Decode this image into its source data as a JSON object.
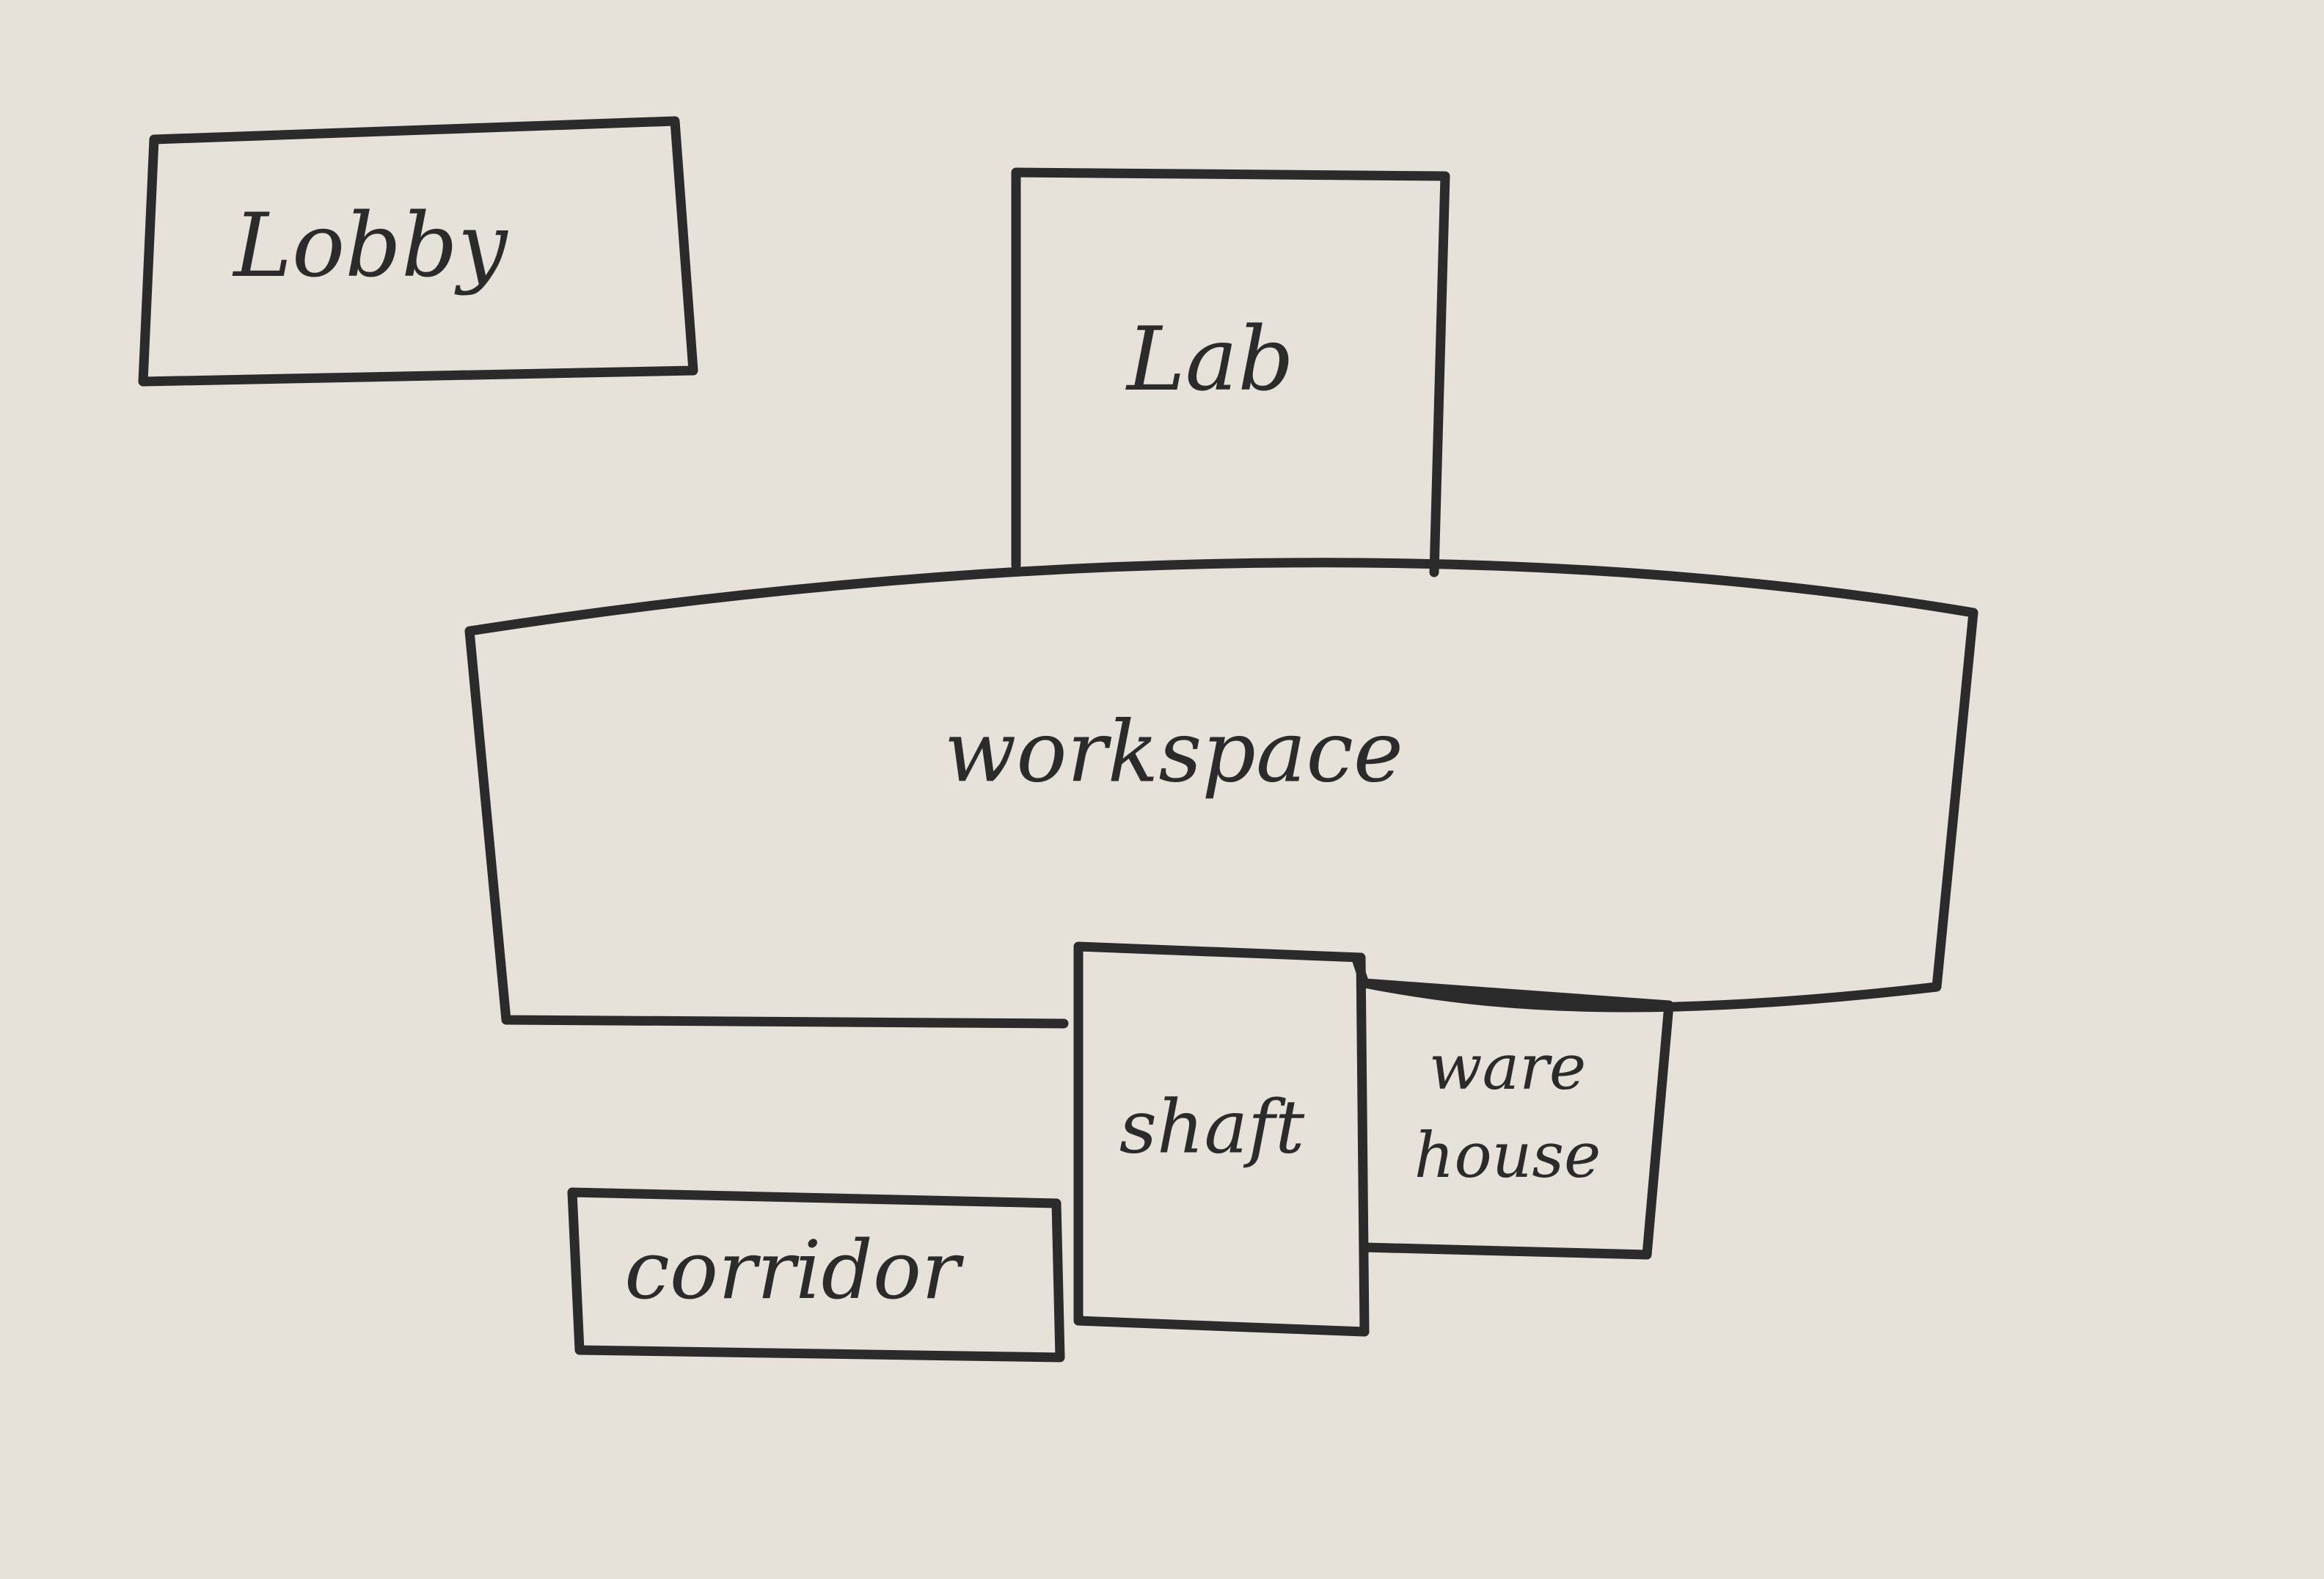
{
  "diagram": {
    "background_color": "#e6e1d9",
    "stroke_color": "#2b2b2b",
    "rooms": [
      {
        "id": "lobby",
        "label": "Lobby"
      },
      {
        "id": "lab",
        "label": "Lab"
      },
      {
        "id": "workspace",
        "label": "workspace"
      },
      {
        "id": "shaft",
        "label": "shaft"
      },
      {
        "id": "warehouse",
        "label_line1": "ware",
        "label_line2": "house"
      },
      {
        "id": "corridor",
        "label": "corridor"
      }
    ]
  }
}
